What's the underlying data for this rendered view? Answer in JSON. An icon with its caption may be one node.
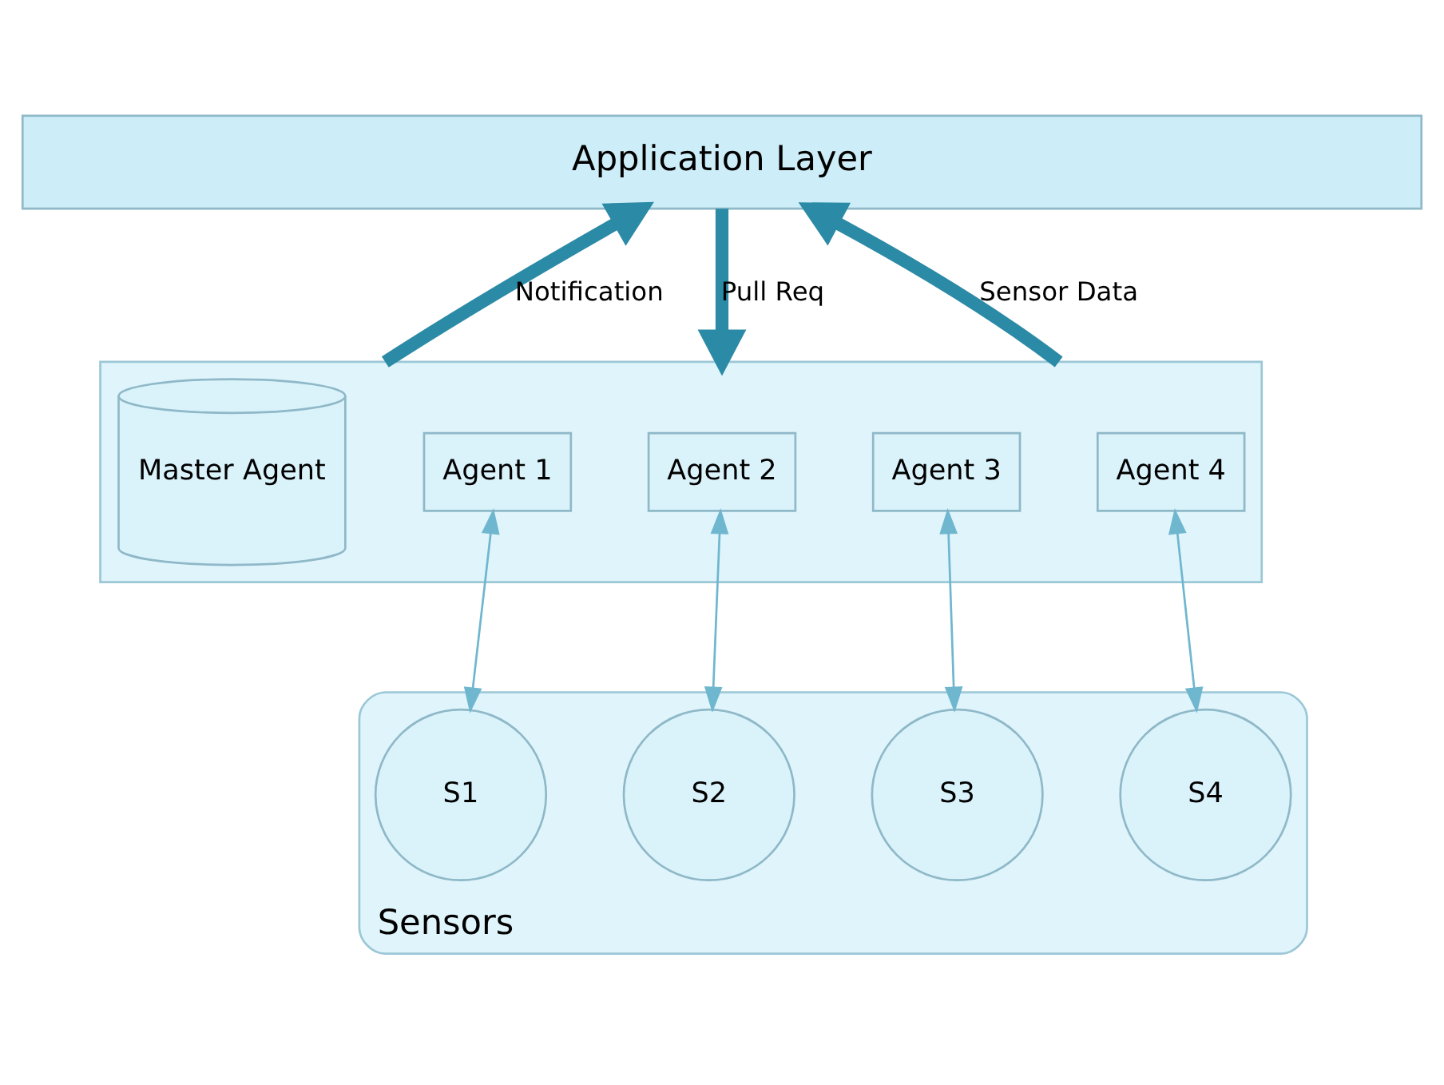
{
  "diagram": {
    "nodes": [
      {
        "text": [
          "Application Layer"
        ]
      },
      {
        "text": [],
        "shape": "box"
      },
      {
        "text": [
          "Master Agent"
        ],
        "in": 1
      },
      {
        "text": [
          "Agent 1"
        ],
        "in": 1
      },
      {
        "text": [
          "Agent 2"
        ],
        "in": 1
      },
      {
        "text": [
          "Agent 3"
        ],
        "in": 1
      },
      {
        "text": [
          "Agent 4"
        ],
        "in": 1
      },
      {
        "text": [
          "Sensors"
        ]
      },
      {
        "text": [
          "S1"
        ],
        "in": 7
      },
      {
        "text": [
          "S2"
        ],
        "in": 7
      },
      {
        "text": [
          "S3"
        ],
        "in": 7
      },
      {
        "text": [
          "S4"
        ],
        "in": 7
      }
    ],
    "edges": [
      {
        "from": 1,
        "to": 0,
        "arrow": "to",
        "label": "Notification",
        "style": "thick",
        "color": "#2b8aa6"
      },
      {
        "from": 0,
        "to": 1,
        "arrow": "to",
        "label": "Pull Req",
        "style": "thick",
        "color": "#2b8aa6"
      },
      {
        "from": 1,
        "to": 0,
        "arrow": "to",
        "label": "Sensor Data",
        "style": "thick",
        "color": "#2b8aa6"
      },
      {
        "from": 3,
        "to": 8,
        "arrow": "both"
      },
      {
        "from": 4,
        "to": 9,
        "arrow": "both"
      },
      {
        "from": 5,
        "to": 10,
        "arrow": "both"
      },
      {
        "from": 6,
        "to": 11,
        "arrow": "both"
      }
    ]
  }
}
